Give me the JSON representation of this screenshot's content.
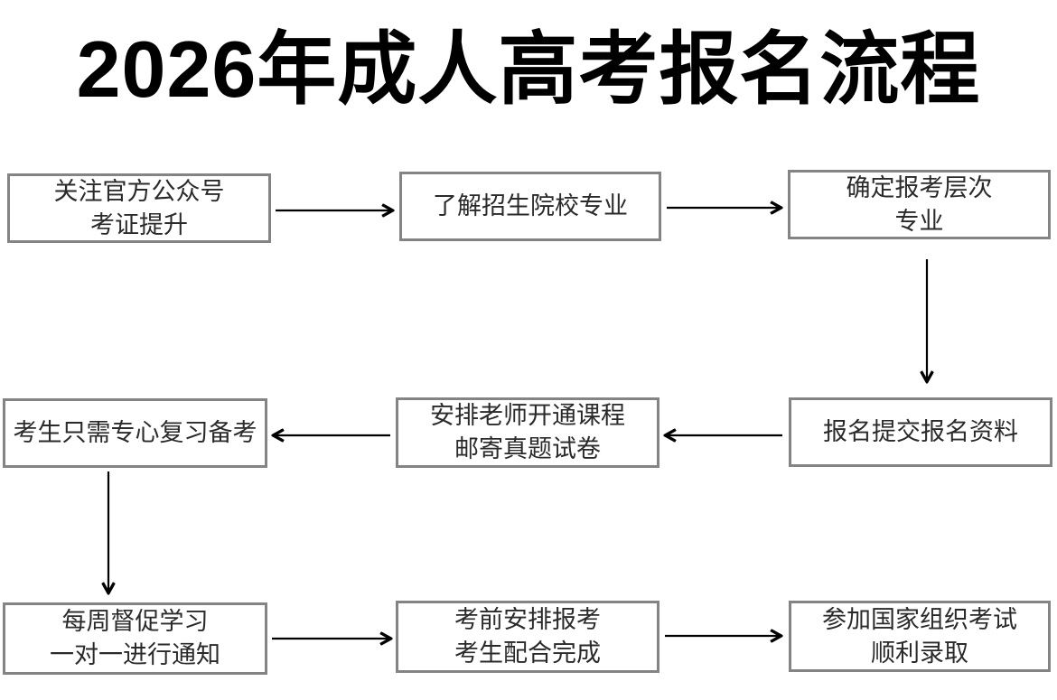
{
  "title": "2026年成人高考报名流程",
  "colors": {
    "box_border": "#848484",
    "box_text": "#2a2a2a",
    "arrow": "#000000",
    "title_text": "#000000",
    "background": "#ffffff"
  },
  "flowchart": {
    "steps": [
      {
        "id": 1,
        "position": "top-left",
        "lines": [
          "关注官方公众号",
          "考证提升"
        ]
      },
      {
        "id": 2,
        "position": "top-middle",
        "lines": [
          "了解招生院校专业"
        ]
      },
      {
        "id": 3,
        "position": "top-right",
        "lines": [
          "确定报考层次",
          "专业"
        ]
      },
      {
        "id": 4,
        "position": "middle-right",
        "lines": [
          "报名提交报名资料"
        ]
      },
      {
        "id": 5,
        "position": "middle-middle",
        "lines": [
          "安排老师开通课程",
          "邮寄真题试卷"
        ]
      },
      {
        "id": 6,
        "position": "middle-left",
        "lines": [
          "考生只需专心复习备考"
        ]
      },
      {
        "id": 7,
        "position": "bottom-left",
        "lines": [
          "每周督促学习",
          "一对一进行通知"
        ]
      },
      {
        "id": 8,
        "position": "bottom-middle",
        "lines": [
          "考前安排报考",
          "考生配合完成"
        ]
      },
      {
        "id": 9,
        "position": "bottom-right",
        "lines": [
          "参加国家组织考试",
          "顺利录取"
        ]
      }
    ],
    "connections": [
      {
        "from": 1,
        "to": 2,
        "direction": "right"
      },
      {
        "from": 2,
        "to": 3,
        "direction": "right"
      },
      {
        "from": 3,
        "to": 4,
        "direction": "down"
      },
      {
        "from": 4,
        "to": 5,
        "direction": "left"
      },
      {
        "from": 5,
        "to": 6,
        "direction": "left"
      },
      {
        "from": 6,
        "to": 7,
        "direction": "down"
      },
      {
        "from": 7,
        "to": 8,
        "direction": "right"
      },
      {
        "from": 8,
        "to": 9,
        "direction": "right"
      }
    ]
  }
}
